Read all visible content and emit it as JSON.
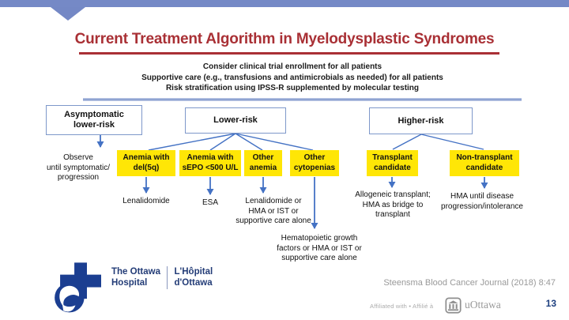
{
  "header": {
    "title": "Current Treatment Algorithm in Myelodysplastic Syndromes"
  },
  "intro": {
    "line1": "Consider clinical trial enrollment for all patients",
    "line2": "Supportive care (e.g., transfusions and antimicrobials as needed) for all patients",
    "line3": "Risk stratification using IPSS-R supplemented by molecular testing"
  },
  "risk_categories": {
    "asymptomatic": "Asymptomatic\nlower-risk",
    "lower": "Lower-risk",
    "higher": "Higher-risk"
  },
  "subgroups": {
    "del5q": "Anemia with\ndel(5q)",
    "sepo": "Anemia with\nsEPO <500 U/L",
    "other_anemia": "Other\nanemia",
    "other_cytopenias": "Other\ncytopenias",
    "transplant": "Transplant\ncandidate",
    "non_transplant": "Non-transplant\ncandidate"
  },
  "treatments": {
    "observe": "Observe\nuntil symptomatic/\nprogression",
    "lenalidomide": "Lenalidomide",
    "esa": "ESA",
    "len_hma_ist": "Lenalidomide or\nHMA or IST or\nsupportive care alone",
    "hema_growth": "Hematopoietic growth\nfactors or HMA or IST or\nsupportive care alone",
    "allogeneic": "Allogeneic transplant;\nHMA as bridge to\ntransplant",
    "hma_until": "HMA until disease\nprogression/intolerance"
  },
  "footer": {
    "hospital_en": "The Ottawa\nHospital",
    "hospital_fr": "L'Hôpital\nd'Ottawa",
    "citation": "Steensma Blood Cancer Journal (2018) 8:47",
    "affiliation": "Affiliated with  •  Affilié à",
    "uottawa": "uOttawa",
    "page_number": "13"
  },
  "colors": {
    "accent_blue": "#4472c4",
    "band_blue": "#8fa3d2",
    "top_bar_blue": "#7589c6",
    "title_red": "#a93035",
    "subgroup_yellow": "#ffe606",
    "logo_navy": "#1b3e91"
  }
}
